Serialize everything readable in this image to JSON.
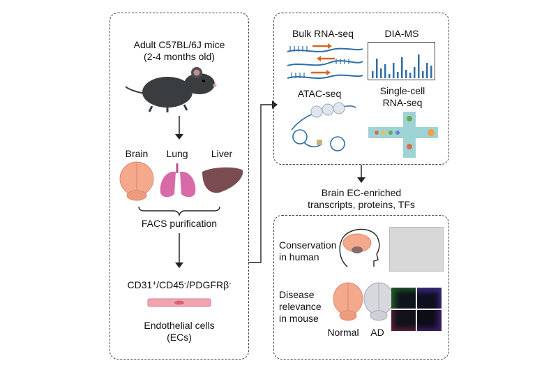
{
  "left_panel": {
    "mouse_title_line1": "Adult C57BL/6J mice",
    "mouse_title_line2": "(2-4 months old)",
    "organs": [
      {
        "label": "Brain",
        "color": "#f4a98c"
      },
      {
        "label": "Lung",
        "color": "#d86aa8"
      },
      {
        "label": "Liver",
        "color": "#7b4b52"
      }
    ],
    "facs_label": "FACS purification",
    "markers": {
      "cd31": "CD31",
      "cd31_sup": "+",
      "cd45": "/CD45",
      "cd45_sup": "-",
      "pdgfrb": "/PDGFRβ",
      "pdgfrb_sup": "-"
    },
    "ec_line1": "Endothelial cells",
    "ec_line2": "(ECs)"
  },
  "omics_panel": {
    "bulk_rna": "Bulk RNA-seq",
    "dia_ms": "DIA-MS",
    "atac": "ATAC-seq",
    "sc_line1": "Single-cell",
    "sc_line2": "RNA-seq"
  },
  "result": {
    "line1": "Brain EC-enriched",
    "line2": "transcripts, proteins, TFs"
  },
  "validation_panel": {
    "conservation_line1": "Conservation",
    "conservation_line2": "in human",
    "disease_line1": "Disease",
    "disease_line2": "relevance",
    "disease_line3": "in mouse",
    "normal": "Normal",
    "ad": "AD"
  },
  "colors": {
    "mouse": "#3a3d40",
    "accent_orange": "#d2691e",
    "strand_blue": "#2c6fa8",
    "ms_bars": "#2e6da4",
    "ad_brain": "#d7d7de",
    "ec_cell": "#f2a3b0"
  }
}
